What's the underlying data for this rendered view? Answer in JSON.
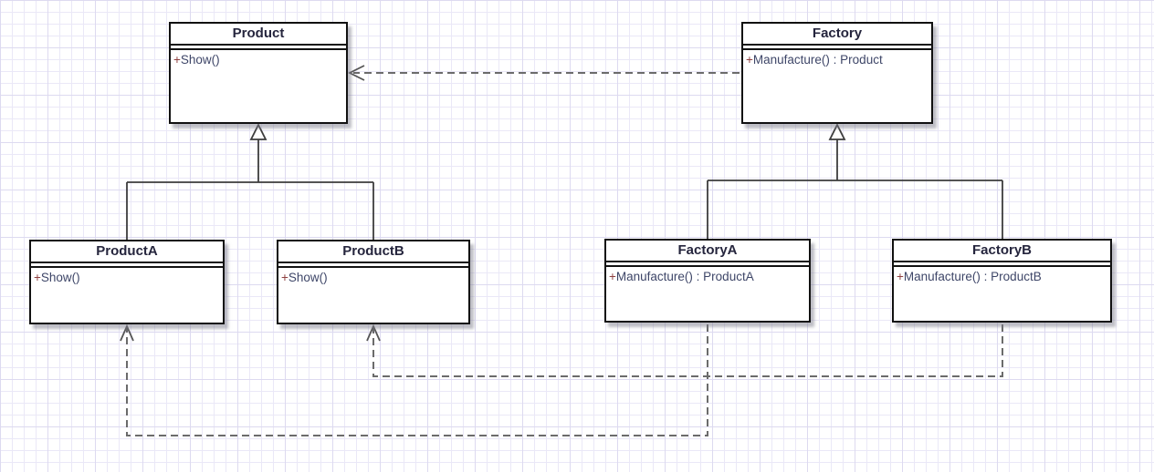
{
  "diagram": {
    "kind": "UML class diagram"
  },
  "classes": [
    {
      "name": "Product",
      "methods": [
        {
          "visibility": "+",
          "signature": "Show()"
        }
      ]
    },
    {
      "name": "Factory",
      "methods": [
        {
          "visibility": "+",
          "signature": "Manufacture() : Product"
        }
      ]
    },
    {
      "name": "ProductA",
      "methods": [
        {
          "visibility": "+",
          "signature": "Show()"
        }
      ]
    },
    {
      "name": "ProductB",
      "methods": [
        {
          "visibility": "+",
          "signature": "Show()"
        }
      ]
    },
    {
      "name": "FactoryA",
      "methods": [
        {
          "visibility": "+",
          "signature": "Manufacture() : ProductA"
        }
      ]
    },
    {
      "name": "FactoryB",
      "methods": [
        {
          "visibility": "+",
          "signature": "Manufacture() : ProductB"
        }
      ]
    }
  ],
  "relationships": [
    {
      "type": "generalization",
      "from": "ProductA",
      "to": "Product"
    },
    {
      "type": "generalization",
      "from": "ProductB",
      "to": "Product"
    },
    {
      "type": "generalization",
      "from": "FactoryA",
      "to": "Factory"
    },
    {
      "type": "generalization",
      "from": "FactoryB",
      "to": "Factory"
    },
    {
      "type": "dependency",
      "from": "Factory",
      "to": "Product"
    },
    {
      "type": "dependency",
      "from": "FactoryA",
      "to": "ProductA"
    },
    {
      "type": "dependency",
      "from": "FactoryB",
      "to": "ProductB"
    }
  ],
  "theme": {
    "border_color": "#111111",
    "title_color": "#25253d",
    "method_color": "#3e4668",
    "visibility_color": "#8e4040",
    "solid_connector_color": "#3d3d3d",
    "dashed_connector_color": "#6b6b6b",
    "grid_minor_color": "#eae8f7",
    "grid_major_color": "#dddaf0"
  }
}
